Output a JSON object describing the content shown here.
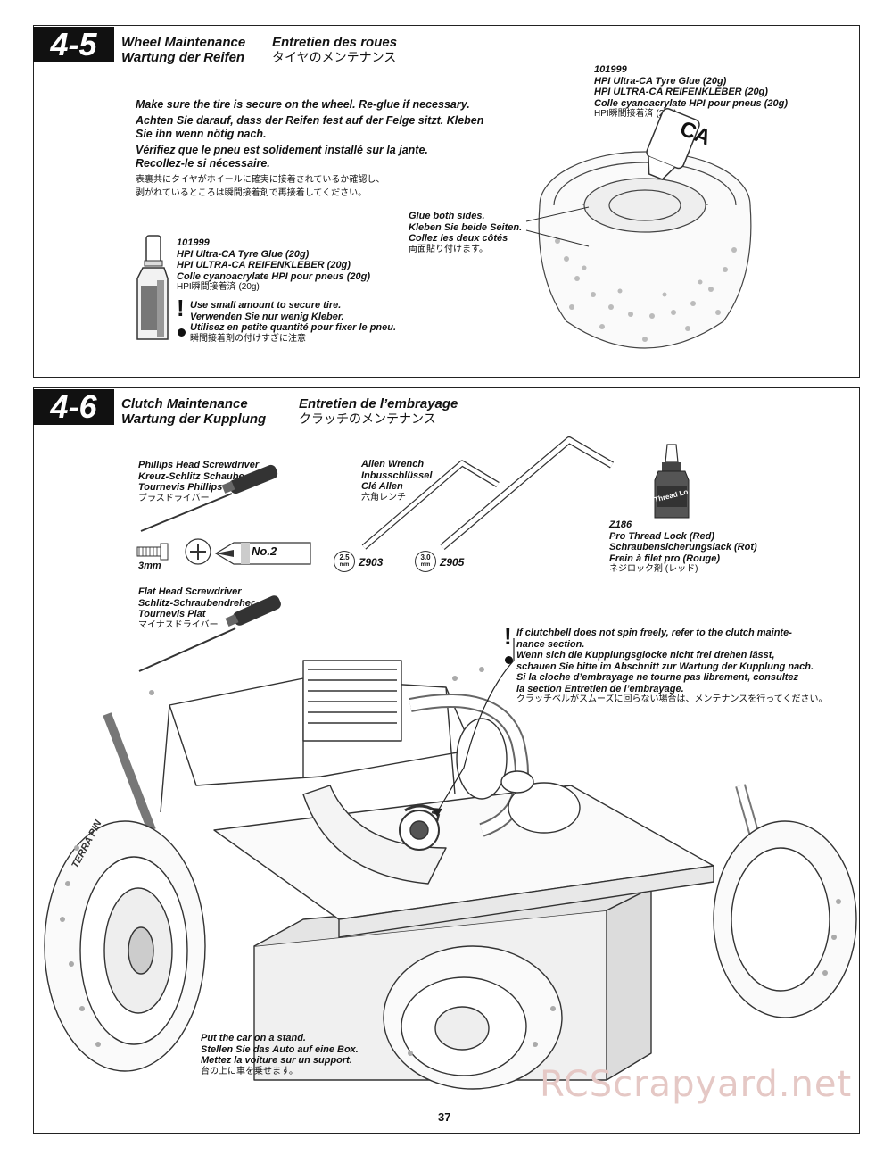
{
  "section_45": {
    "number": "4-5",
    "title_en": "Wheel Maintenance",
    "title_de": "Wartung der Reifen",
    "title_fr": "Entretien des roues",
    "title_jp": "タイヤのメンテナンス",
    "instructions": [
      "Make sure the tire is secure on the wheel. Re-glue if necessary.",
      "Achten Sie darauf, dass der Reifen fest auf der Felge sitzt. Kleben",
      "Sie ihn wenn nötig nach.",
      "Vérifiez que le pneu est solidement installé sur la jante.",
      "Recollez-le si nécessaire.",
      "表裏共にタイヤがホイールに確実に接着されているか確認し、",
      "剥がれているところは瞬間接着剤で再接着してください。"
    ],
    "glue_left": {
      "code": "101999",
      "lines": [
        "HPI Ultra-CA Tyre Glue (20g)",
        "HPI ULTRA-CA REIFENKLEBER (20g)",
        "Colle cyanoacrylate HPI pour pneus (20g)",
        "HPI瞬間接着済 (20g)"
      ]
    },
    "glue_right": {
      "code": "101999",
      "lines": [
        "HPI Ultra-CA Tyre Glue (20g)",
        "HPI ULTRA-CA REIFENKLEBER (20g)",
        "Colle cyanoacrylate HPI pour pneus (20g)",
        "HPI瞬間接着済 (20g)"
      ]
    },
    "warning": [
      "Use small amount to secure tire.",
      "Verwenden Sie nur wenig Kleber.",
      "Utilisez en petite quantité pour fixer le pneu.",
      "瞬間接着剤の付けすぎに注意"
    ],
    "glue_sides": [
      "Glue both sides.",
      "Kleben Sie beide Seiten.",
      "Collez les deux côtés",
      "両面貼り付けます。"
    ],
    "bottle_label": "CA"
  },
  "section_46": {
    "number": "4-6",
    "title_en": "Clutch Maintenance",
    "title_de": "Wartung der Kupplung",
    "title_fr": "Entretien de l’embrayage",
    "title_jp": "クラッチのメンテナンス",
    "phillips": [
      "Phillips Head Screwdriver",
      "Kreuz-Schlitz Schaube",
      "Tournevis Phillips",
      "プラスドライバー"
    ],
    "screw_size": "3mm",
    "driver_no": "No.2",
    "flathead": [
      "Flat Head Screwdriver",
      "Schlitz-Schraubendreher",
      "Tournevis Plat",
      "マイナスドライバー"
    ],
    "allen": [
      "Allen Wrench",
      "Inbusschlüssel",
      "Clé Allen",
      "六角レンチ"
    ],
    "allen_a": {
      "size": "2.5",
      "unit": "mm",
      "code": "Z903"
    },
    "allen_b": {
      "size": "3.0",
      "unit": "mm",
      "code": "Z905"
    },
    "threadlock": {
      "code": "Z186",
      "lines": [
        "Pro Thread Lock (Red)",
        "Schraubensicherungslack (Rot)",
        "Frein à filet pro (Rouge)",
        "ネジロック剤 (レッド)"
      ],
      "bottle_label": "Thread Lo"
    },
    "clutch_note": [
      "If clutchbell does not spin freely, refer to the clutch mainte-",
      "nance section.",
      "Wenn sich die Kupplungsglocke nicht frei drehen lässt,",
      "schauen Sie bitte im Abschnitt zur Wartung der Kupplung nach.",
      "Si la cloche d’embrayage ne tourne pas librement, consultez",
      "la section Entretien de l’embrayage.",
      "クラッチベルがスムーズに回らない場合は、メンテナンスを行ってください。"
    ],
    "stand": [
      "Put the car on a stand.",
      "Stellen Sie das Auto auf eine Box.",
      "Mettez la voiture sur un support.",
      "台の上に車を乗せます。"
    ],
    "tire_text": "TERRA PIN"
  },
  "page_number": "37",
  "watermark": "RCScrapyard.net",
  "colors": {
    "badge": "#111111",
    "watermark": "#e5c8c5"
  }
}
